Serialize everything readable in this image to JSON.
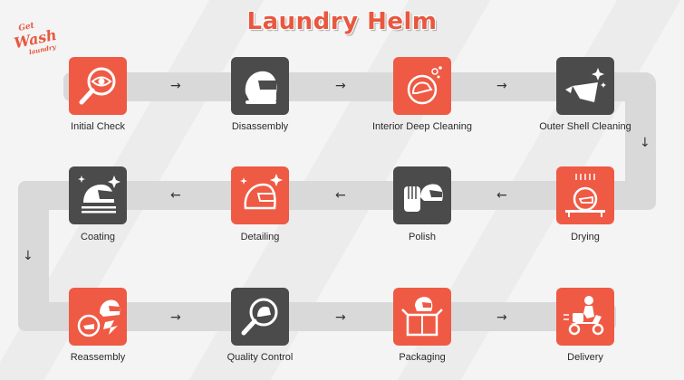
{
  "title": "Laundry Helm",
  "logo": {
    "line1": "Get",
    "line2": "Wash",
    "line3": "laundry"
  },
  "steps": [
    {
      "label": "Initial Check",
      "icon": "magnifier-eye-icon",
      "color": "#ef5a44"
    },
    {
      "label": "Disassembly",
      "icon": "helmet-icon",
      "color": "#4b4b4b"
    },
    {
      "label": "Interior Deep Cleaning",
      "icon": "helmet-interior-bubbles-icon",
      "color": "#ef5a44"
    },
    {
      "label": "Outer Shell Cleaning",
      "icon": "shell-sparkle-icon",
      "color": "#4b4b4b"
    },
    {
      "label": "Drying",
      "icon": "helmet-dryer-icon",
      "color": "#ef5a44"
    },
    {
      "label": "Polish",
      "icon": "glove-helmet-icon",
      "color": "#4b4b4b"
    },
    {
      "label": "Detailing",
      "icon": "helmet-sparkle-icon",
      "color": "#ef5a44"
    },
    {
      "label": "Coating",
      "icon": "helmet-coating-icon",
      "color": "#4b4b4b"
    },
    {
      "label": "Reassembly",
      "icon": "helmets-reassembly-icon",
      "color": "#ef5a44"
    },
    {
      "label": "Quality Control",
      "icon": "magnifier-helmet-icon",
      "color": "#4b4b4b"
    },
    {
      "label": "Packaging",
      "icon": "box-helmet-icon",
      "color": "#ef5a44"
    },
    {
      "label": "Delivery",
      "icon": "scooter-delivery-icon",
      "color": "#ef5a44"
    }
  ],
  "arrows": {
    "right": "→",
    "left": "←",
    "down": "↓"
  }
}
